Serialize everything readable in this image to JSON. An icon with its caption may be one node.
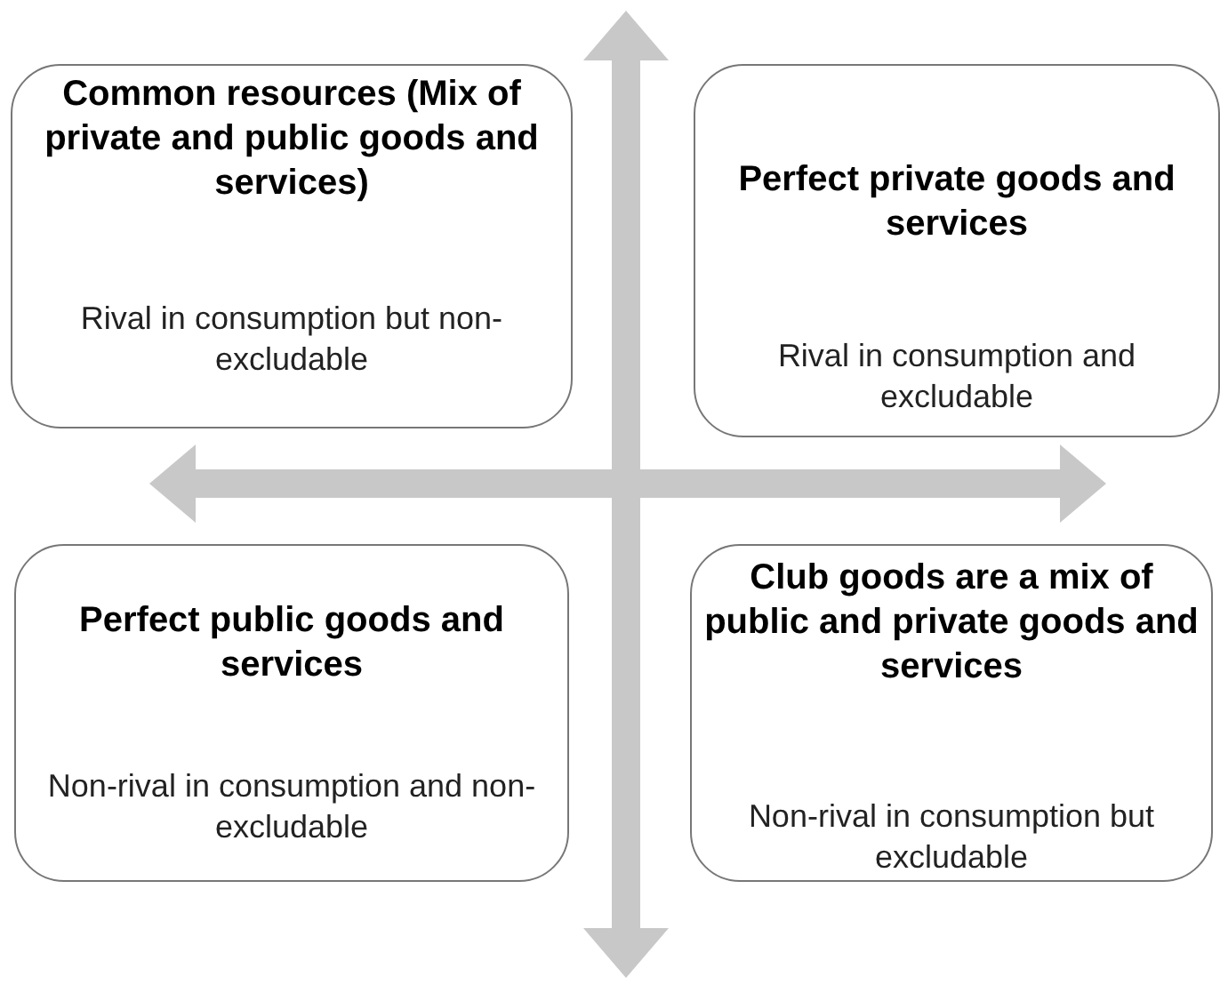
{
  "diagram": {
    "nodes": [
      {
        "text": [
          "Common resources (Mix of private and public goods and services)",
          "Rival in consumption but non-excludable"
        ]
      },
      {
        "text": [
          "Perfect private goods and services",
          "Rival in consumption and excludable"
        ]
      },
      {
        "text": [
          "Perfect public goods and services",
          "Non-rival in consumption and non-excludable"
        ]
      },
      {
        "text": [
          "Club goods are a mix of public and private goods and services",
          "Non-rival in consumption but excludable"
        ]
      }
    ]
  }
}
